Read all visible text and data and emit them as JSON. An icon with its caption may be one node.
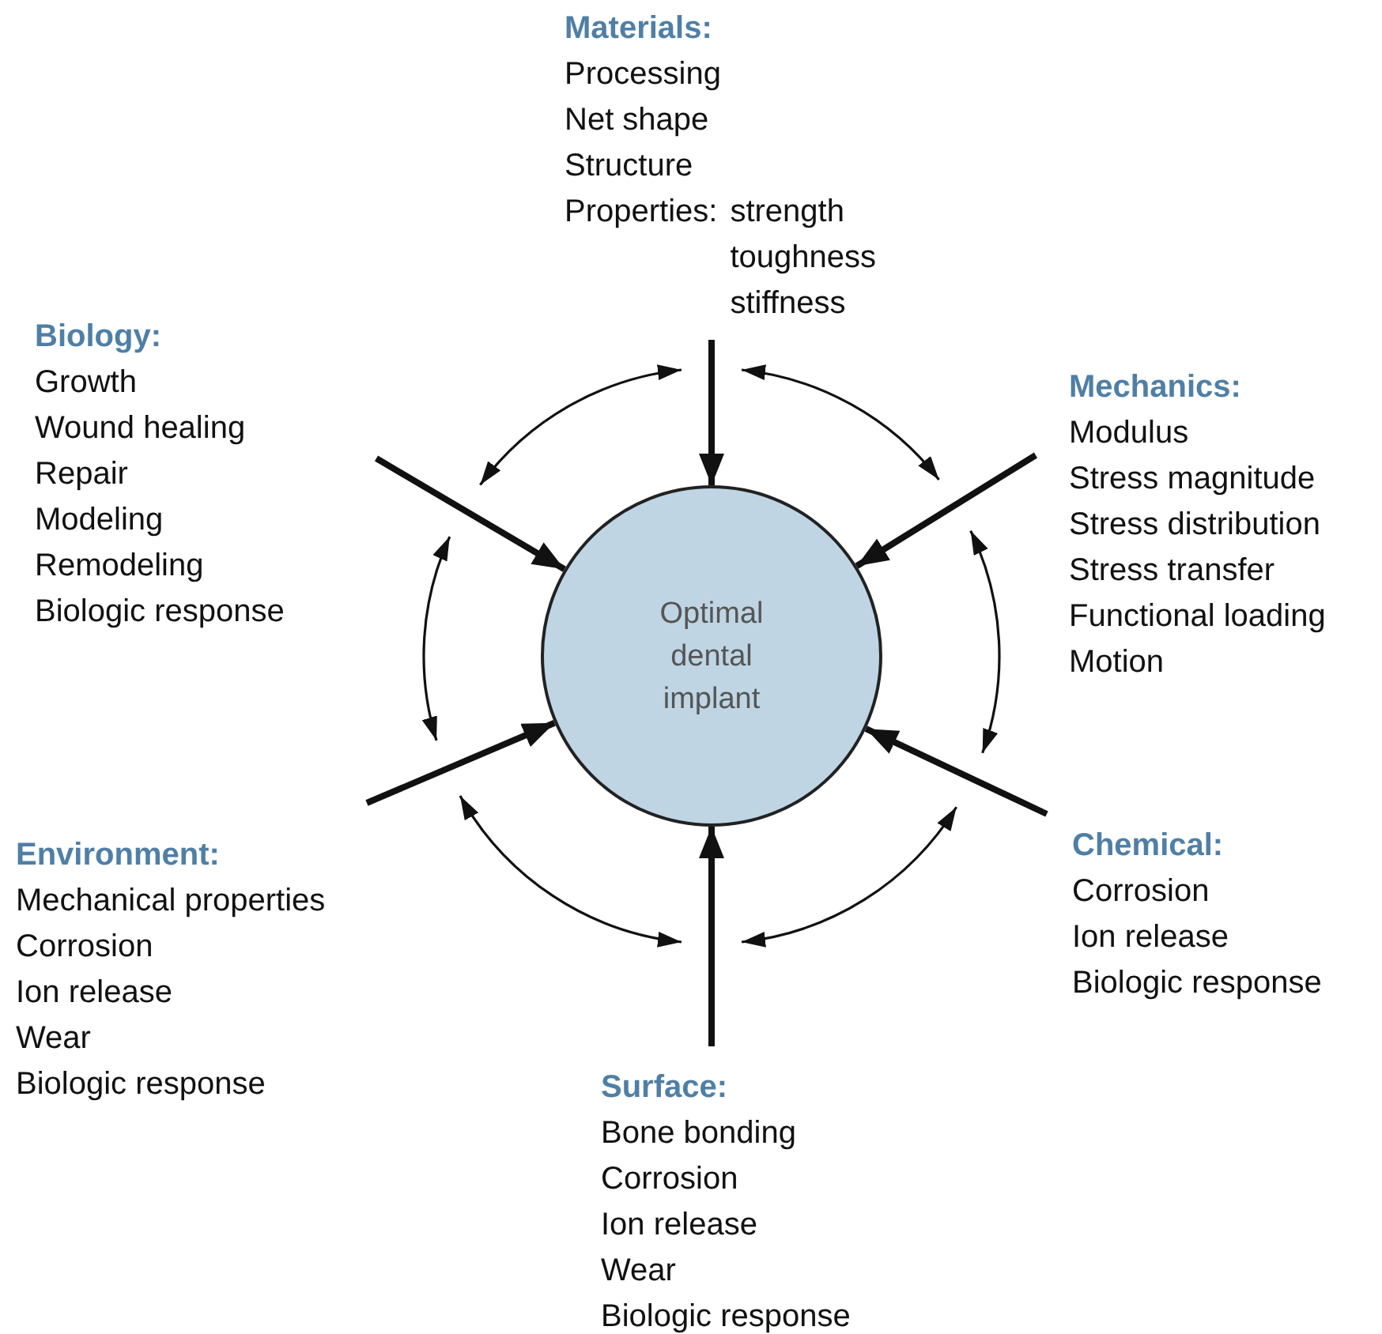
{
  "diagram": {
    "nodes": [
      {
        "text": [
          "Materials:",
          "Processing",
          "Net shape",
          "Structure",
          "Properties:",
          "strength",
          "toughness",
          "stiffness"
        ]
      },
      {
        "text": [
          "Biology:",
          "Growth",
          "Wound healing",
          "Repair",
          "Modeling",
          "Remodeling",
          "Biologic response"
        ]
      },
      {
        "text": [
          "Mechanics:",
          "Modulus",
          "Stress magnitude",
          "Stress distribution",
          "Stress transfer",
          "Functional loading",
          "Motion"
        ]
      },
      {
        "text": [
          "Optimal dental implant"
        ]
      },
      {
        "text": [
          "Environment:",
          "Mechanical properties",
          "Corrosion",
          "Ion release",
          "Wear",
          "Biologic response"
        ]
      },
      {
        "text": [
          "Chemical:",
          "Corrosion",
          "Ion release",
          "Biologic response"
        ]
      },
      {
        "text": [
          "Surface:",
          "Bone bonding",
          "Corrosion",
          "Ion release",
          "Wear",
          "Biologic response"
        ]
      }
    ],
    "edges": [
      {
        "from": 0,
        "to": 3,
        "arrow": "to"
      },
      {
        "from": 2,
        "to": 3,
        "arrow": "to"
      },
      {
        "from": 5,
        "to": 3,
        "arrow": "to"
      },
      {
        "from": 6,
        "to": 3,
        "arrow": "to"
      },
      {
        "from": 4,
        "to": 3,
        "arrow": "to"
      },
      {
        "from": 1,
        "to": 3,
        "arrow": "to"
      }
    ]
  }
}
